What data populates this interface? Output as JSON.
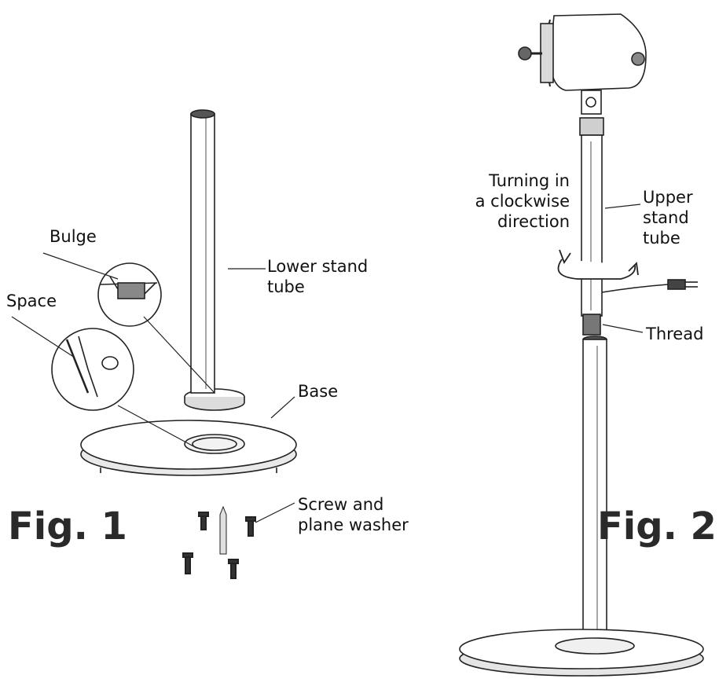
{
  "labels": {
    "bulge": "Bulge",
    "space": "Space",
    "lower_stand_tube": "Lower stand\ntube",
    "base": "Base",
    "screw_washer": "Screw and\nplane washer",
    "turning": "Turning in\na clockwise\ndirection",
    "upper_stand_tube": "Upper\nstand\ntube",
    "thread": "Thread"
  },
  "figures": {
    "fig1": "Fig. 1",
    "fig2": "Fig. 2"
  }
}
